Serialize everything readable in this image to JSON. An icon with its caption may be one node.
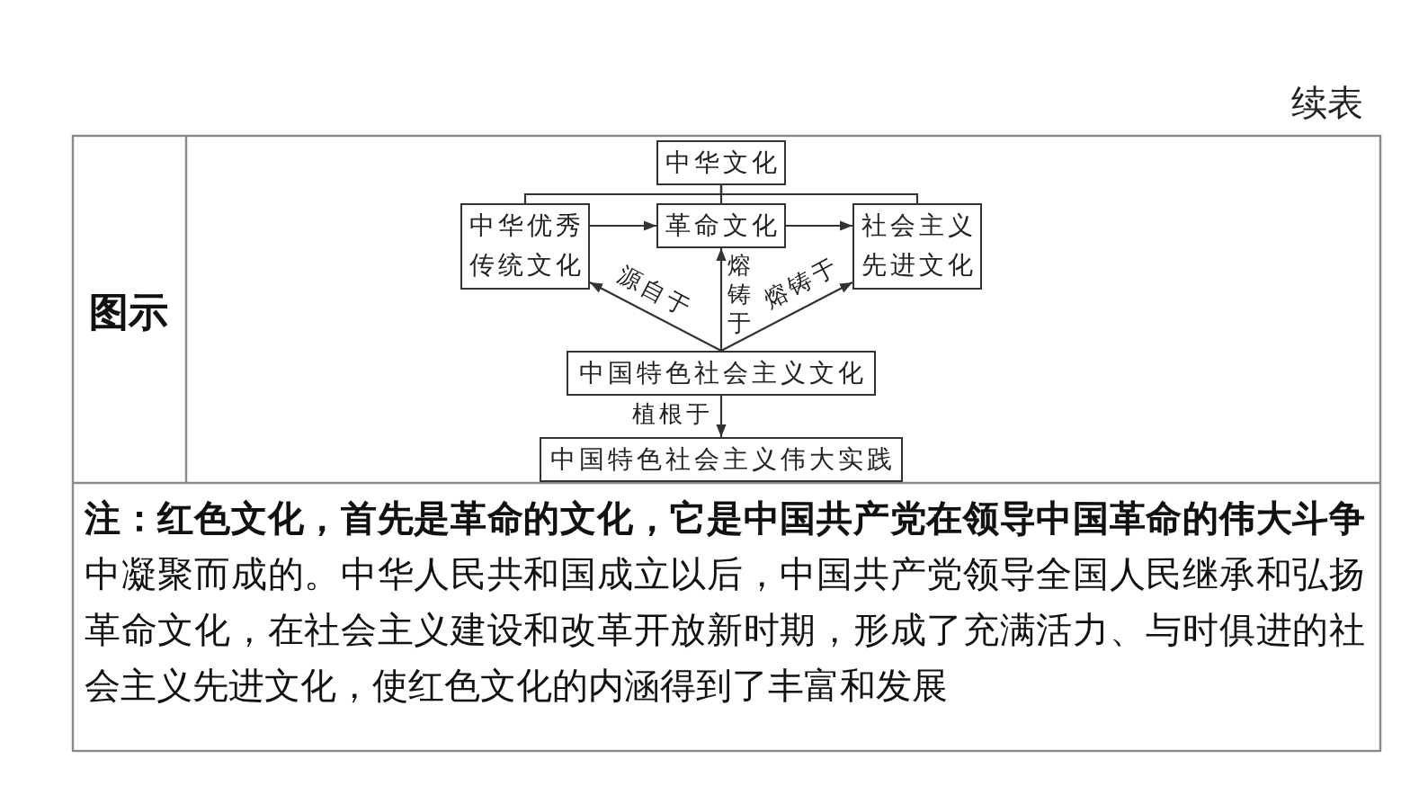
{
  "diagram": {
    "nodes": [
      {
        "text": [
          "中华文化"
        ]
      },
      {
        "text": [
          "中华优秀传统文化"
        ]
      },
      {
        "text": [
          "革命文化"
        ]
      },
      {
        "text": [
          "社会主义先进文化"
        ]
      },
      {
        "text": [
          "中国特色社会主义文化"
        ]
      },
      {
        "text": [
          "中国特色社会主义伟大实践"
        ]
      }
    ],
    "edges": [
      {
        "from": 0,
        "to": 1,
        "arrow": "none"
      },
      {
        "from": 0,
        "to": 2,
        "arrow": "none"
      },
      {
        "from": 0,
        "to": 3,
        "arrow": "none"
      },
      {
        "from": 1,
        "to": 2,
        "arrow": "to"
      },
      {
        "from": 2,
        "to": 3,
        "arrow": "to"
      },
      {
        "from": 4,
        "to": 1,
        "arrow": "to",
        "label": "源自于"
      },
      {
        "from": 4,
        "to": 2,
        "arrow": "to",
        "label": "熔铸于"
      },
      {
        "from": 4,
        "to": 3,
        "arrow": "to",
        "label": "熔铸于"
      },
      {
        "from": 4,
        "to": 5,
        "arrow": "to",
        "label": "植根于"
      }
    ],
    "labels": [
      "续表",
      "图示",
      "**注：红色文化，首先是革命的文化，它是中国共产党在领导中国革命的伟大斗争**中凝聚而成的。中华人民共和国成立以后，中国共产党领导全国人民继承和弘扬革命文化，在社会主义建设和改革开放新时期，形成了充满活力、与时俱进的社会主义先进文化，使红色文化的内涵得到了丰富和发展"
    ]
  }
}
